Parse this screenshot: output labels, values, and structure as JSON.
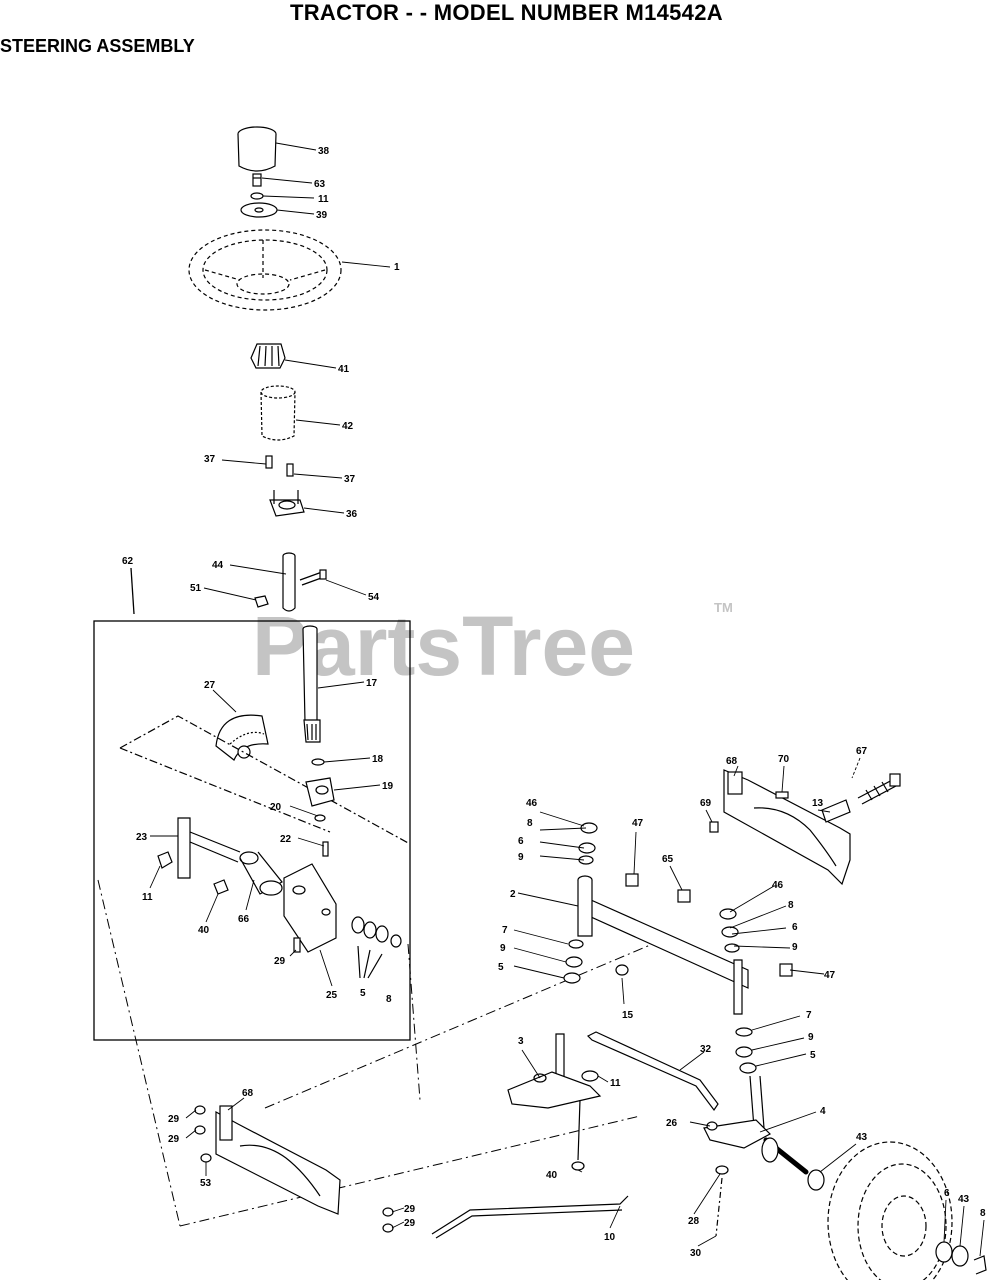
{
  "header": {
    "title": "TRACTOR - - MODEL NUMBER M14542A",
    "subtitle": "STEERING ASSEMBLY"
  },
  "watermark": {
    "text": "PartsTree",
    "mark": "TM",
    "color": "#bdbdbd"
  },
  "callouts": {
    "c38": "38",
    "c63": "63",
    "c11a": "11",
    "c39": "39",
    "c1": "1",
    "c41": "41",
    "c42": "42",
    "c37a": "37",
    "c37b": "37",
    "c36": "36",
    "c62": "62",
    "c44": "44",
    "c51": "51",
    "c54": "54",
    "c17": "17",
    "c27": "27",
    "c18": "18",
    "c19": "19",
    "c20": "20",
    "c22": "22",
    "c23": "23",
    "c11b": "11",
    "c40a": "40",
    "c66": "66",
    "c29a": "29",
    "c25": "25",
    "c5a": "5",
    "c8a": "8",
    "c46a": "46",
    "c8b": "8",
    "c6a": "6",
    "c9a": "9",
    "c47a": "47",
    "c65": "65",
    "c2": "2",
    "c7a": "7",
    "c9b": "9",
    "c5b": "5",
    "c15": "15",
    "c68a": "68",
    "c70": "70",
    "c67": "67",
    "c13": "13",
    "c69": "69",
    "c46b": "46",
    "c8c": "8",
    "c6b": "6",
    "c9c": "9",
    "c47b": "47",
    "c7b": "7",
    "c9d": "9",
    "c5c": "5",
    "c3": "3",
    "c11c": "11",
    "c32": "32",
    "c40b": "40",
    "c4": "4",
    "c26": "26",
    "c68b": "68",
    "c29b": "29",
    "c29c": "29",
    "c53": "53",
    "c29d": "29",
    "c29e": "29",
    "c10": "10",
    "c28": "28",
    "c30": "30",
    "c43a": "43",
    "c6c": "6",
    "c43b": "43",
    "c8d": "8"
  }
}
